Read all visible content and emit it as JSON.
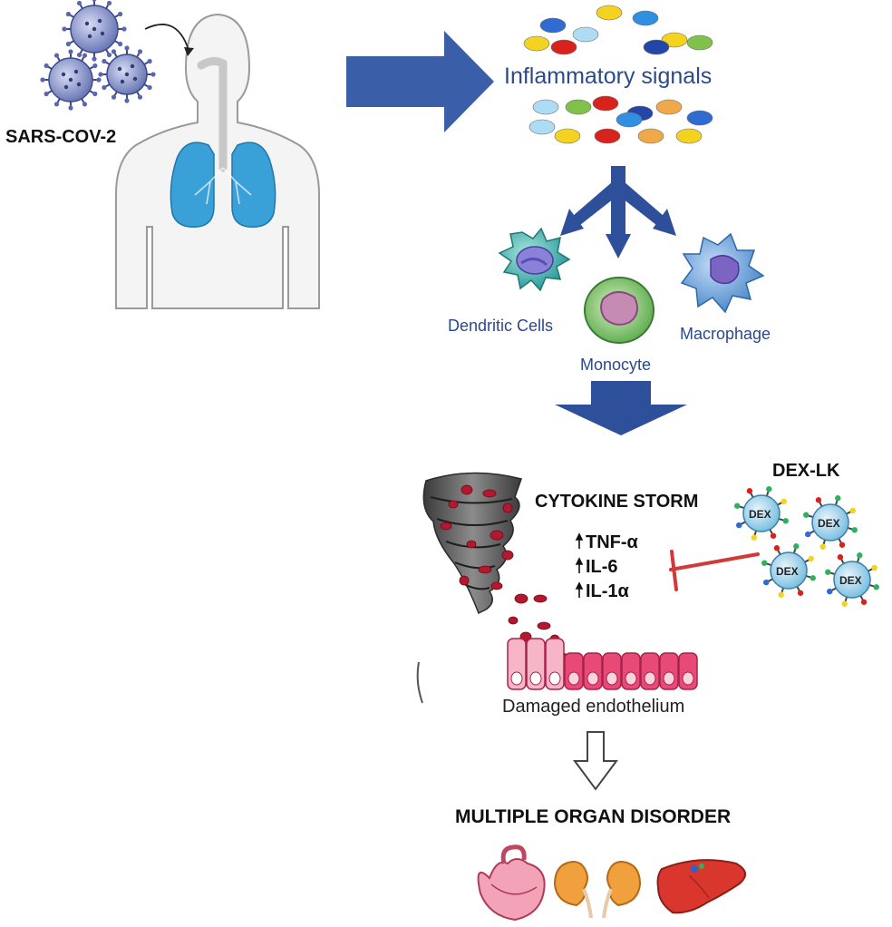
{
  "labels": {
    "virus": "SARS-COV-2",
    "inflammatory": "Inflammatory signals",
    "dendritic": "Dendritic Cells",
    "monocyte": "Monocyte",
    "macrophage": "Macrophage",
    "storm": "CYTOKINE STORM",
    "tnf": "TNF-α",
    "il6": "IL-6",
    "il1": "IL-1α",
    "drug": "DEX-LK",
    "dex": "DEX",
    "endothelium": "Damaged endothelium",
    "organ": "MULTIPLE ORGAN DISORDER"
  },
  "colors": {
    "arrow_blue": "#3a5ea8",
    "lung_blue": "#3aa0d8",
    "inhibit_red": "#d23a3a",
    "cytokine_red": "#b3182f",
    "endothelium_pink": "#e84a77"
  }
}
